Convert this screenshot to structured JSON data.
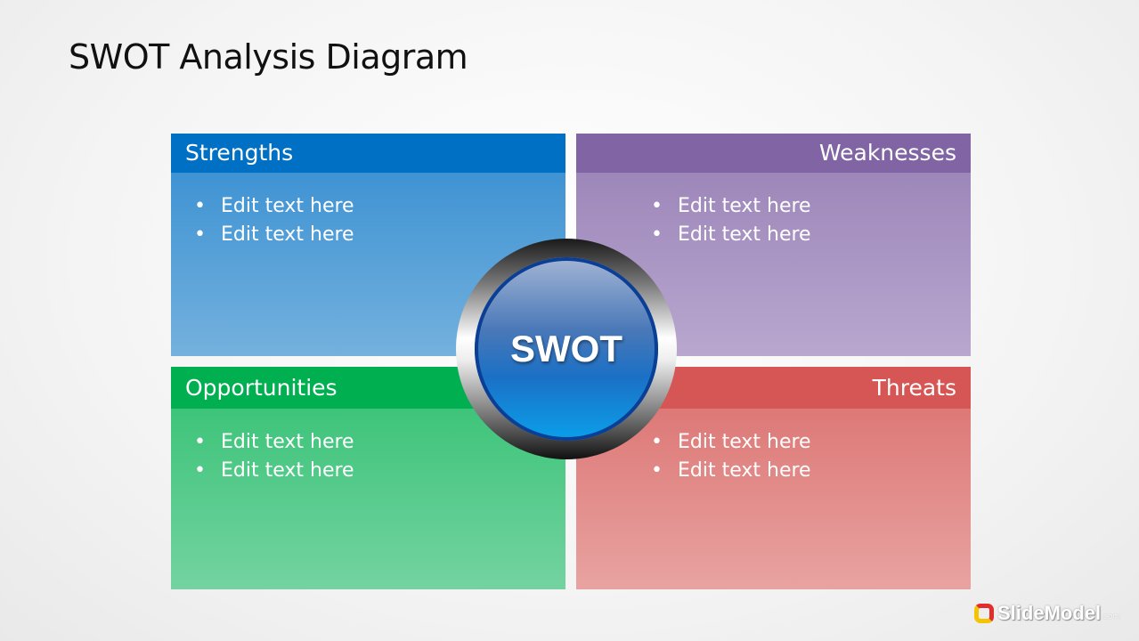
{
  "title": "SWOT Analysis Diagram",
  "center_label": "SWOT",
  "quadrants": [
    {
      "id": "strengths",
      "title": "Strengths",
      "items": [
        "Edit text here",
        "Edit text here"
      ],
      "color": "#0070c4"
    },
    {
      "id": "weaknesses",
      "title": "Weaknesses",
      "items": [
        "Edit text here",
        "Edit text here"
      ],
      "color": "#8064a4"
    },
    {
      "id": "opportunities",
      "title": "Opportunities",
      "items": [
        "Edit text here",
        "Edit text here"
      ],
      "color": "#00b050"
    },
    {
      "id": "threats",
      "title": "Threats",
      "items": [
        "Edit text here",
        "Edit text here"
      ],
      "color": "#d55654"
    }
  ],
  "logo": {
    "name": "SlideModel",
    "suffix": ".com"
  }
}
